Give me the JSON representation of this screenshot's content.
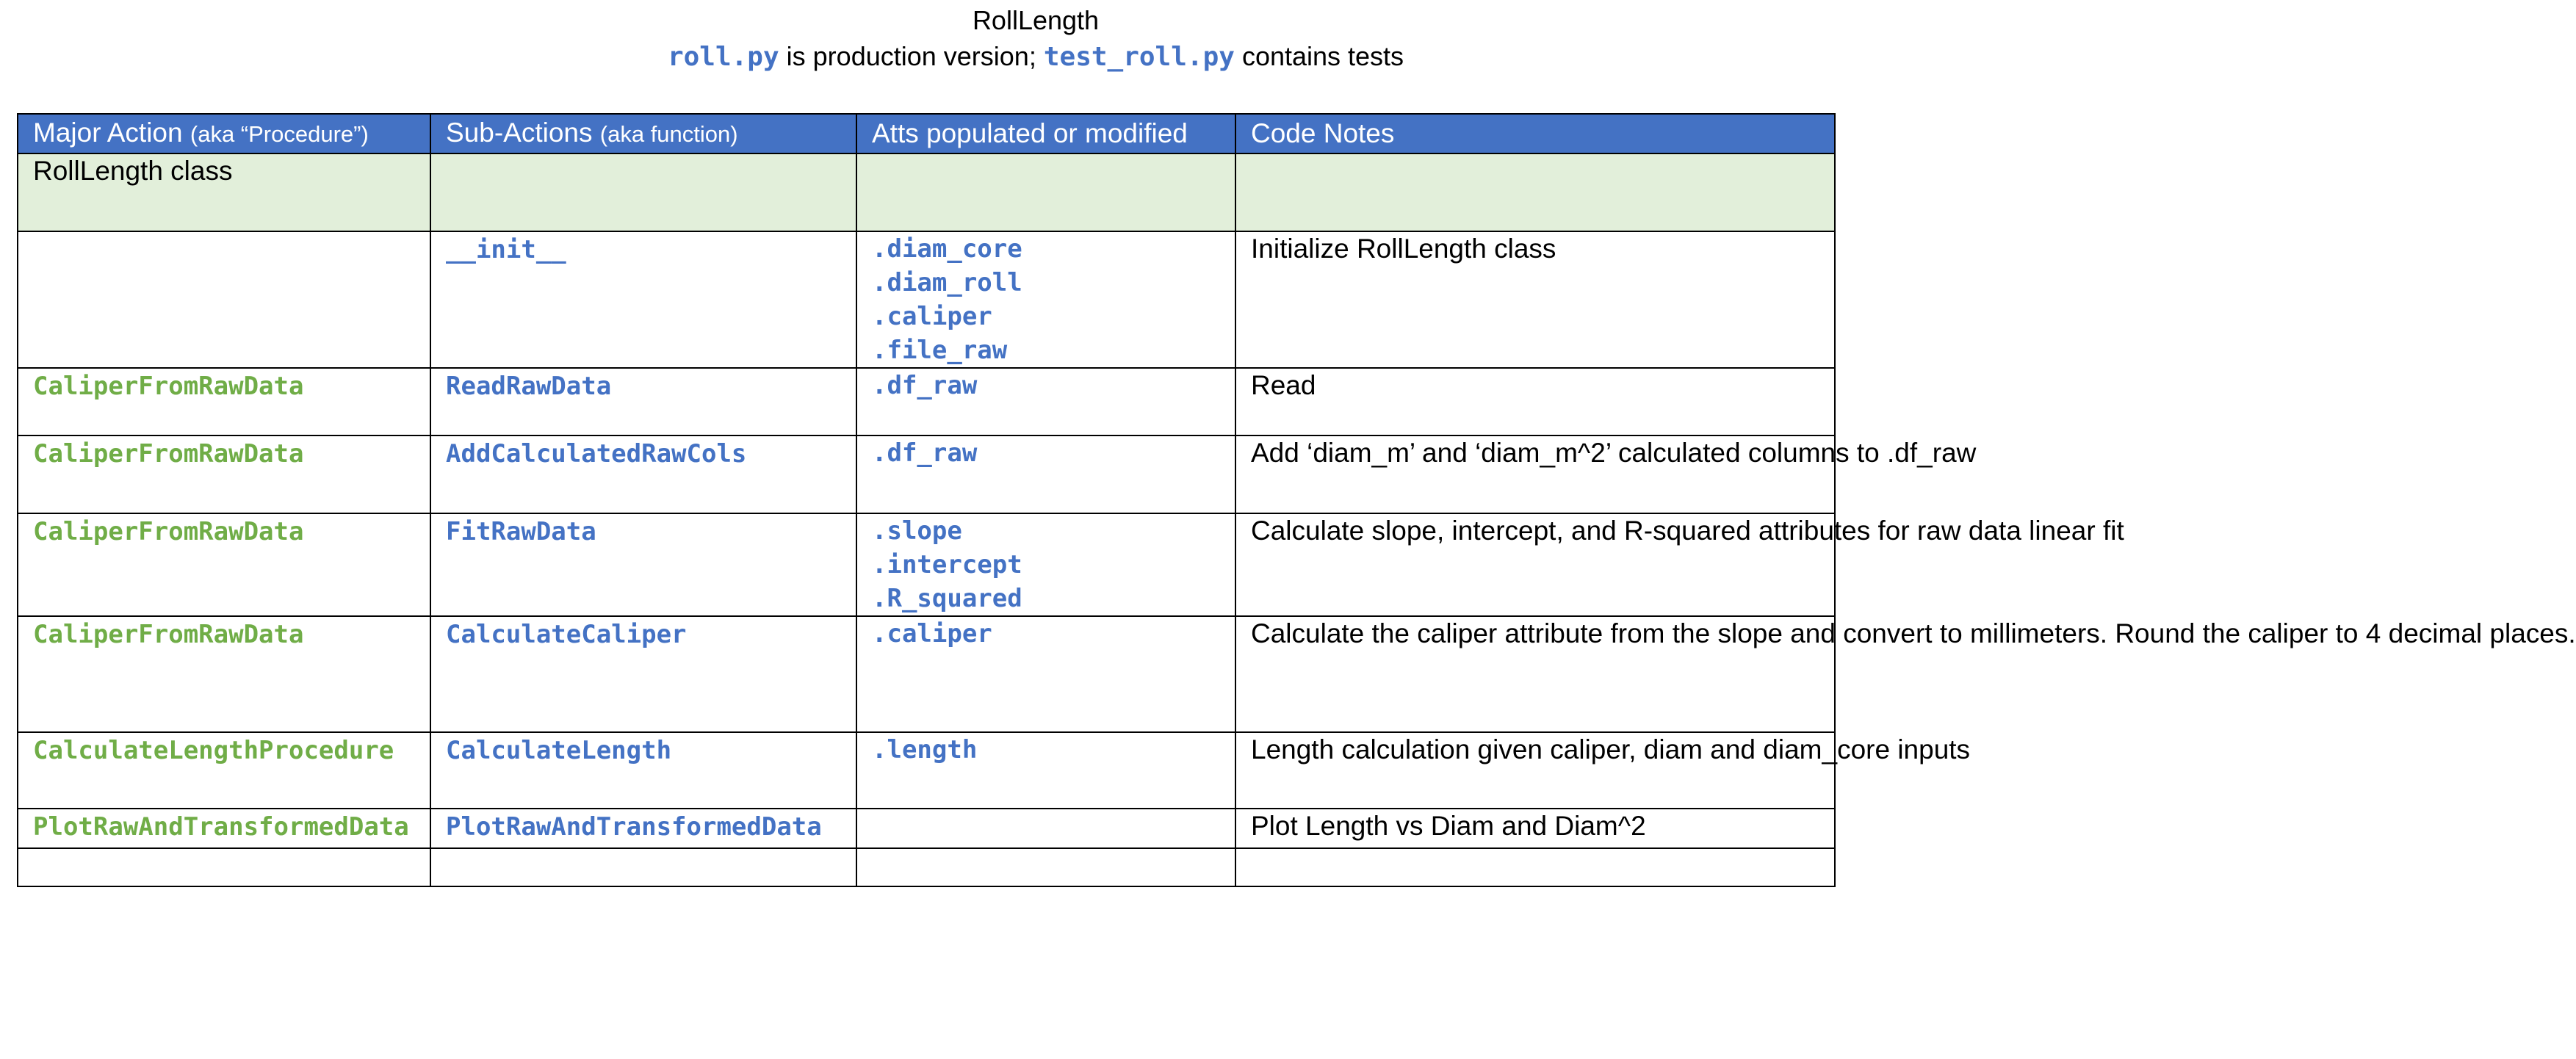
{
  "title": "RollLength",
  "subtitle": {
    "file_prod": "roll.py",
    "text_mid": " is production version; ",
    "file_test": "test_roll.py",
    "text_end": " contains tests"
  },
  "colors": {
    "header_bg": "#4472c4",
    "class_row_bg": "#e2efda",
    "code_blue": "#4472c4",
    "code_green": "#70ad47"
  },
  "table": {
    "headers": [
      {
        "main": "Major Action ",
        "aka": "(aka “Procedure”)"
      },
      {
        "main": "Sub-Actions ",
        "aka": "(aka function)"
      },
      {
        "main": "Atts populated or modified",
        "aka": ""
      },
      {
        "main": "Code Notes",
        "aka": ""
      }
    ],
    "class_row": {
      "label": "RollLength class"
    },
    "rows": [
      {
        "major": "",
        "sub": "__init__",
        "atts": [
          ".diam_core",
          ".diam_roll",
          ".caliper",
          ".file_raw"
        ],
        "notes": "Initialize RollLength class"
      },
      {
        "major": "CaliperFromRawData",
        "sub": "ReadRawData",
        "atts": [
          ".df_raw"
        ],
        "notes": "Read"
      },
      {
        "major": "CaliperFromRawData",
        "sub": "AddCalculatedRawCols",
        "atts": [
          ".df_raw"
        ],
        "notes": "Add ‘diam_m’ and ‘diam_m^2’ calculated columns to .df_raw"
      },
      {
        "major": "CaliperFromRawData",
        "sub": "FitRawData",
        "atts": [
          ".slope",
          ".intercept",
          ".R_squared"
        ],
        "notes": "Calculate slope, intercept, and R-squared attributes for raw data linear fit"
      },
      {
        "major": "CaliperFromRawData",
        "sub": "CalculateCaliper",
        "atts": [
          ".caliper"
        ],
        "notes": "Calculate the caliper attribute from the slope and convert to millimeters. Round the caliper to 4 decimal places."
      },
      {
        "major": "CalculateLengthProcedure",
        "sub": "CalculateLength",
        "atts": [
          ".length"
        ],
        "notes": "Length calculation given caliper, diam and diam_core inputs"
      },
      {
        "major": "PlotRawAndTransformedData",
        "sub": "PlotRawAndTransformedData",
        "atts": [],
        "notes": "Plot Length vs Diam and Diam^2"
      }
    ]
  }
}
